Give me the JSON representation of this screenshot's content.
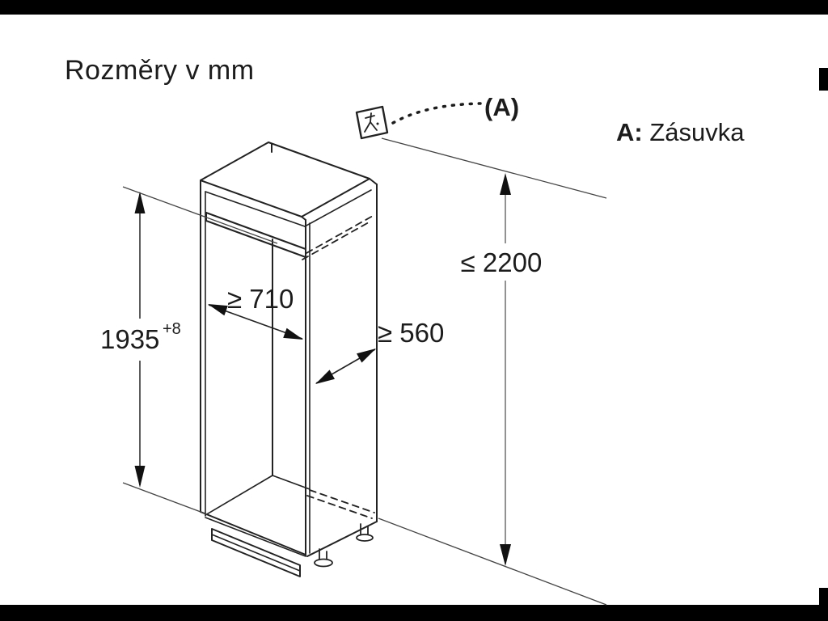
{
  "title": "Rozměry v mm",
  "legend": {
    "callout_label": "(A)",
    "key": "A:",
    "value": "Zásuvka"
  },
  "dimensions": {
    "height_max": "≤ 2200",
    "niche_width": "≥ 710",
    "niche_depth": "≥ 560",
    "niche_height_value": "1935",
    "niche_height_tolerance": "+8"
  },
  "icons": {
    "socket": "socket-icon"
  },
  "colors": {
    "background": "#ffffff",
    "letterbox": "#000000",
    "line": "#222222",
    "dimension_line": "#555555"
  }
}
